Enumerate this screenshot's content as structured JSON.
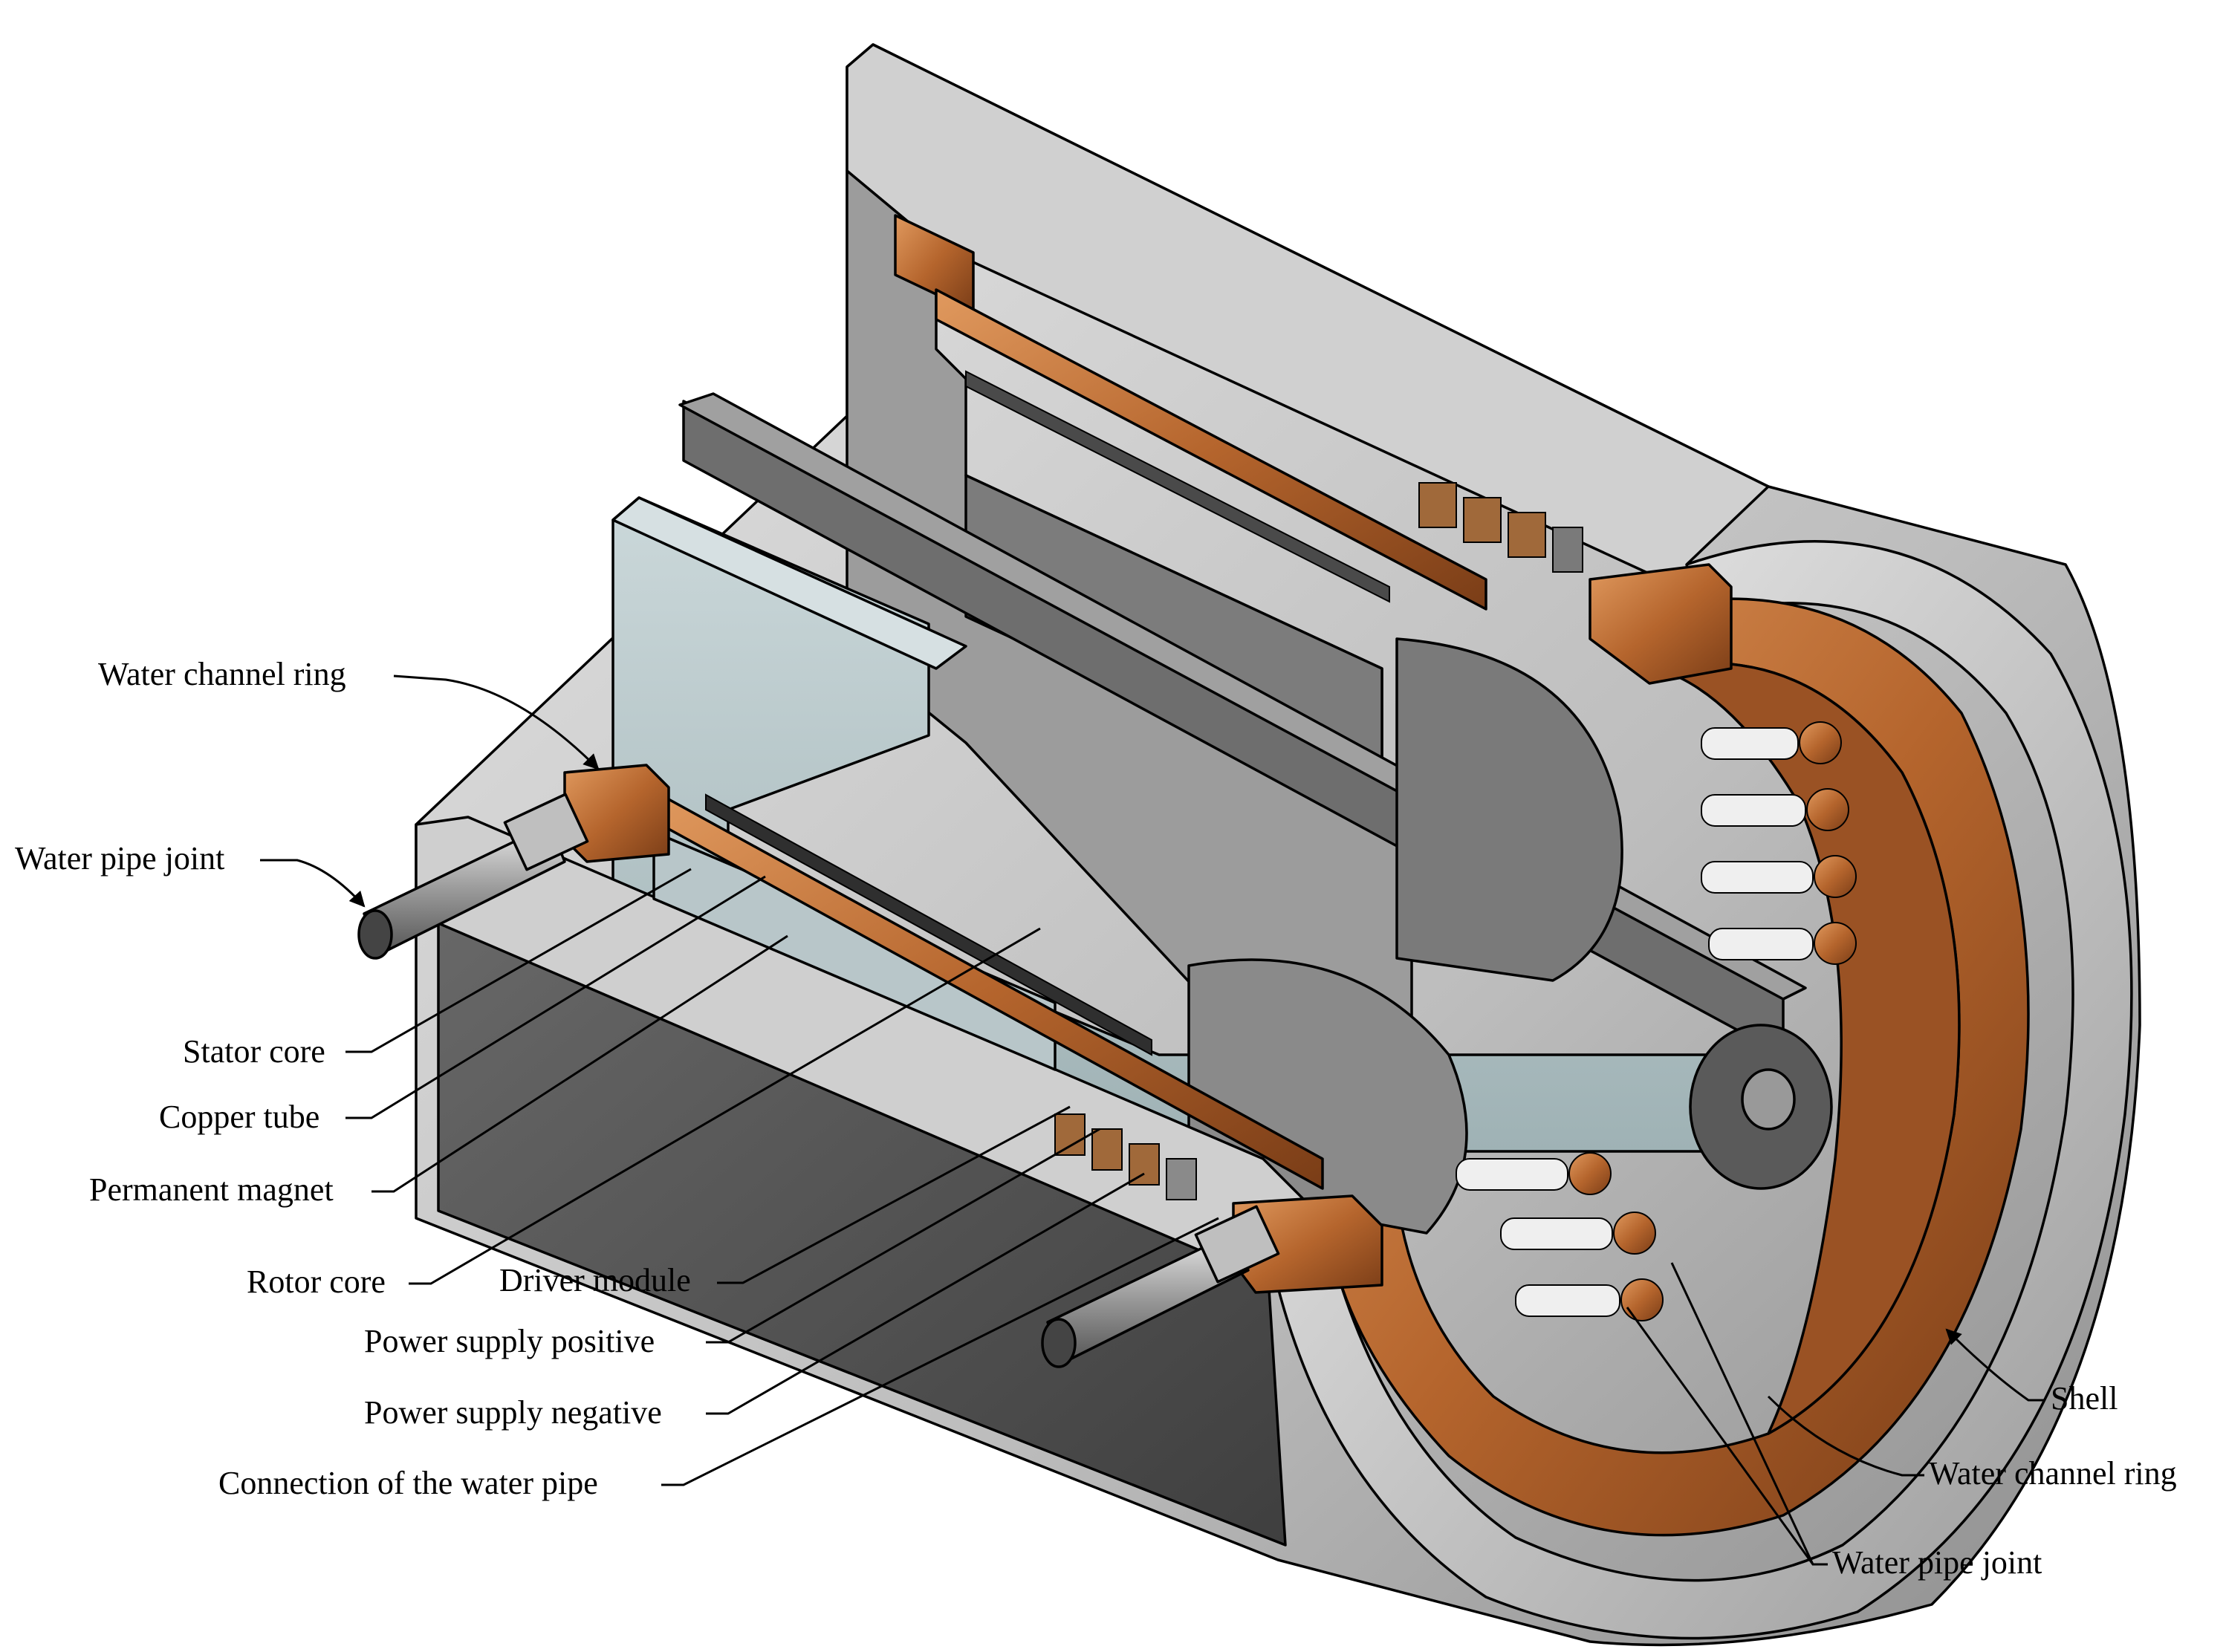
{
  "labels": {
    "water_channel_ring_left": "Water channel ring",
    "water_pipe_joint_left": "Water pipe joint",
    "stator_core": "Stator core",
    "copper_tube": "Copper tube",
    "permanent_magnet": "Permanent magnet",
    "rotor_core": "Rotor core",
    "driver_module": "Driver module",
    "power_supply_positive": "Power supply positive",
    "power_supply_negative": "Power supply negative",
    "connection_water_pipe": "Connection of  the water pipe",
    "shell": "Shell",
    "water_channel_ring_right": "Water channel ring",
    "water_pipe_joint_right": "Water pipe joint"
  },
  "colors": {
    "steel_light": "#d2d2d2",
    "steel_mid": "#a8a8a8",
    "steel_dark": "#5e5e5e",
    "rotor_teal": "#b9c9cc",
    "copper": "#b5652d",
    "copper_light": "#d9925a",
    "copper_dark": "#7a3d17"
  }
}
